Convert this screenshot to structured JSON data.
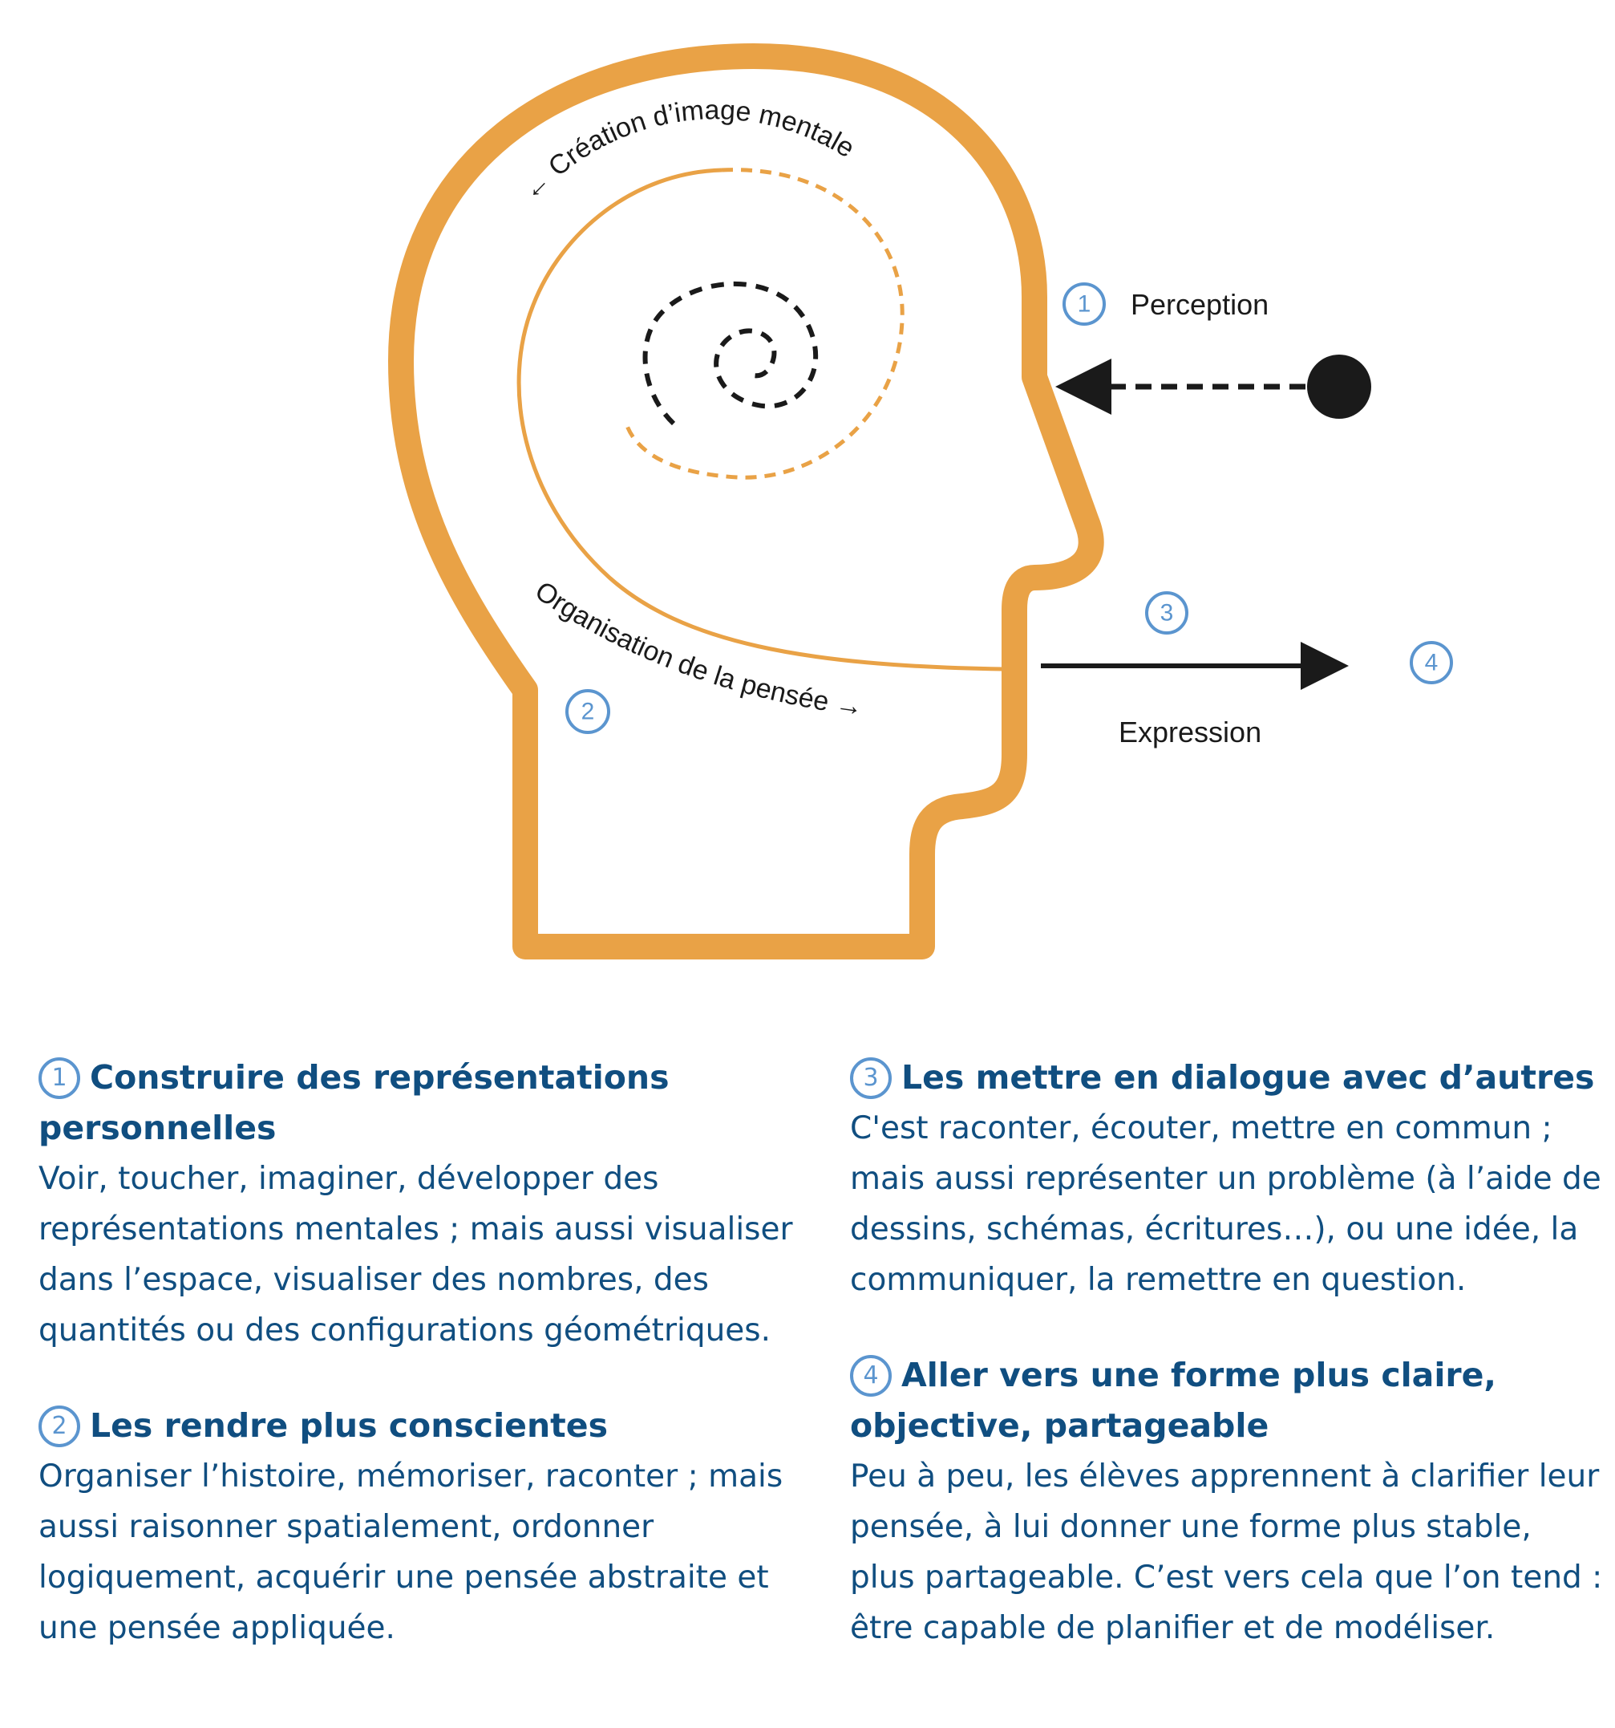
{
  "colors": {
    "head_outline": "#e9a246",
    "accent_blue": "#104e80",
    "badge_blue": "#5b95cf",
    "arrow_black": "#1a1a1a"
  },
  "diagram": {
    "arc_top_label": "← Création d’image mentale",
    "arc_bottom_label": "Organisation de la pensée →",
    "perception_label": "Perception",
    "expression_label": "Expression",
    "badges": {
      "perception": "1",
      "organisation": "2",
      "expression_top": "3",
      "expression_target": "4"
    }
  },
  "sections": [
    {
      "num": "1",
      "title": "Construire des représentations personnelles",
      "body": "Voir, toucher, imaginer, développer des représentations mentales ; mais aussi visualiser dans l’espace, visualiser des nombres, des quantités ou des configurations géométriques."
    },
    {
      "num": "2",
      "title": "Les rendre plus conscientes",
      "body": "Organiser l’histoire, mémoriser, raconter ; mais aussi raisonner spatialement, ordonner logiquement, acquérir une pensée abstraite et une pensée appliquée."
    },
    {
      "num": "3",
      "title": "Les mettre en dialogue avec d’autres",
      "body": "C'est raconter, écouter, mettre en commun ; mais aussi représenter un problème (à l’aide de dessins, schémas, écritures…),  ou une idée, la communiquer, la remettre en question."
    },
    {
      "num": "4",
      "title": "Aller vers une forme plus claire, objective,  partageable",
      "body": "Peu à peu, les élèves apprennent à clarifier leur pensée, à lui donner une forme plus stable, plus partageable. C’est vers cela que l’on tend : être capable de planifier et de modéliser."
    }
  ]
}
